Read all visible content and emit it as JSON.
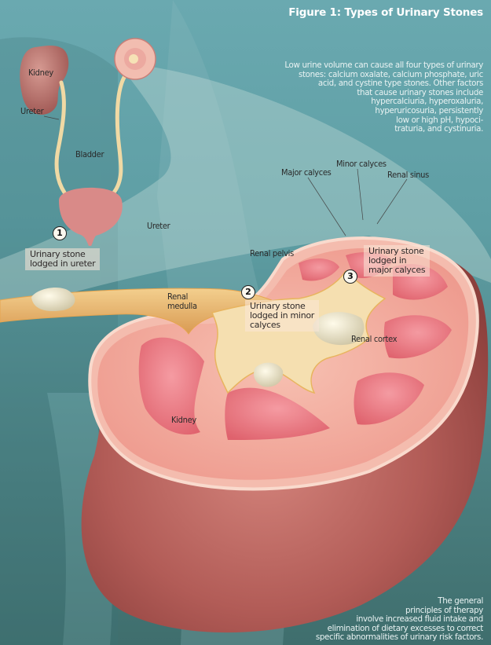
{
  "figure": {
    "title": "Figure 1: Types of Urinary Stones",
    "intro_lines": [
      "Low urine volume can cause all four types of urinary",
      "stones: calcium oxalate, calcium phosphate, uric",
      "acid, and cystine type stones. Other factors",
      "that cause urinary stones include",
      "hypercalciuria, hyperoxaluria,",
      "hyperuricosuria, persistently",
      "low or high pH, hypoci-",
      "traturia, and cystinuria."
    ],
    "therapy_lines": [
      "The general",
      "principles of therapy",
      "involve increased fluid intake and",
      "elimination of dietary excesses to correct",
      "specific abnormalities of urinary risk factors."
    ]
  },
  "overview_labels": {
    "kidney": "Kidney",
    "ureter": "Ureter",
    "bladder": "Bladder"
  },
  "detail_labels": {
    "ureter": "Ureter",
    "major_calyces": "Major calyces",
    "minor_calyces": "Minor calyces",
    "renal_sinus": "Renal sinus",
    "renal_pelvis": "Renal pelvis",
    "renal_medulla": [
      "Renal",
      "medulla"
    ],
    "renal_cortex": "Renal cortex",
    "kidney": "Kidney"
  },
  "callouts": [
    {
      "number": "1",
      "lines": [
        "Urinary stone",
        "lodged in ureter"
      ]
    },
    {
      "number": "2",
      "lines": [
        "Urinary stone",
        "lodged in minor",
        "calyces"
      ]
    },
    {
      "number": "3",
      "lines": [
        "Urinary stone",
        "lodged in",
        "major calyces"
      ]
    }
  ],
  "colors": {
    "background_top": "#6aa9b0",
    "background_bottom": "#3f6e6d",
    "kidney_outer": "#a9524e",
    "cortex": "#f2a59a",
    "medulla": "#e8707a",
    "pelvis": "#f5dfb0",
    "stone": "#ece6cf",
    "text_light": "#ffffff"
  }
}
